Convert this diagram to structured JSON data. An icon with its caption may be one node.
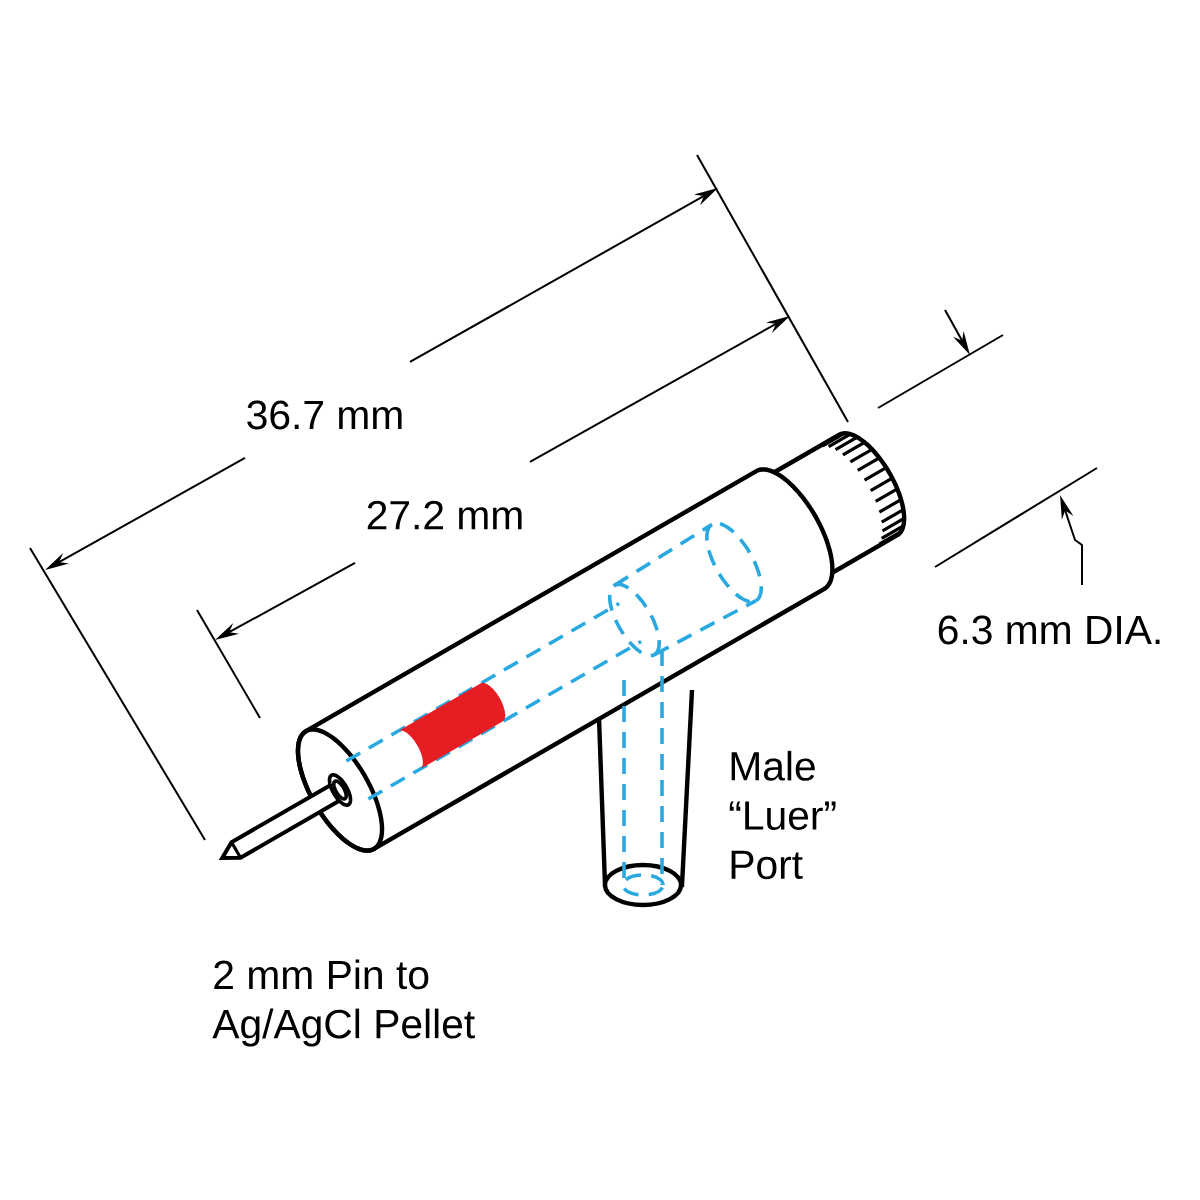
{
  "diagram": {
    "labels": [
      "36.7 mm",
      "27.2 mm",
      "6.3 mm DIA.",
      "Male “Luer” Port",
      "2 mm Pin to Ag/AgCl Pellet"
    ]
  }
}
